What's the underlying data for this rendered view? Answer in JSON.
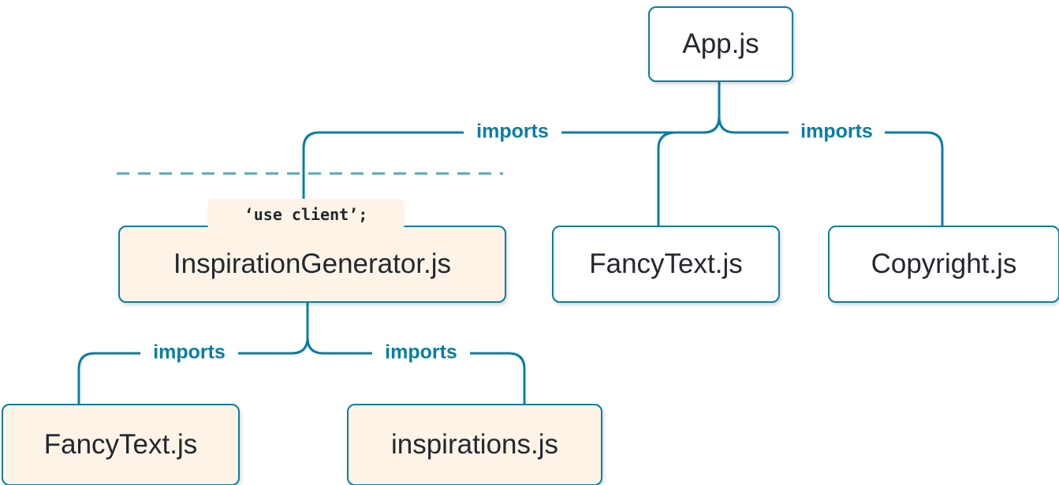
{
  "diagram": {
    "type": "module-dependency-tree",
    "colors": {
      "accent_blue": "#087ea4",
      "client_box_bg": "#fdf4e7",
      "server_box_bg": "#ffffff",
      "text": "#23272f",
      "background": "#ffffff"
    },
    "nodes": {
      "app": {
        "label": "App.js",
        "kind": "server"
      },
      "inspiration_generator": {
        "label": "InspirationGenerator.js",
        "kind": "client",
        "directive": "‘use client’;"
      },
      "fancy_text_top": {
        "label": "FancyText.js",
        "kind": "server"
      },
      "copyright": {
        "label": "Copyright.js",
        "kind": "server"
      },
      "fancy_text_bottom": {
        "label": "FancyText.js",
        "kind": "client"
      },
      "inspirations": {
        "label": "inspirations.js",
        "kind": "client"
      }
    },
    "edges": [
      {
        "from": "App.js",
        "to": "InspirationGenerator.js",
        "label": "imports"
      },
      {
        "from": "App.js",
        "to": "FancyText.js"
      },
      {
        "from": "App.js",
        "to": "Copyright.js",
        "label": "imports"
      },
      {
        "from": "InspirationGenerator.js",
        "to": "FancyText.js",
        "label": "imports"
      },
      {
        "from": "InspirationGenerator.js",
        "to": "inspirations.js",
        "label": "imports"
      }
    ]
  }
}
